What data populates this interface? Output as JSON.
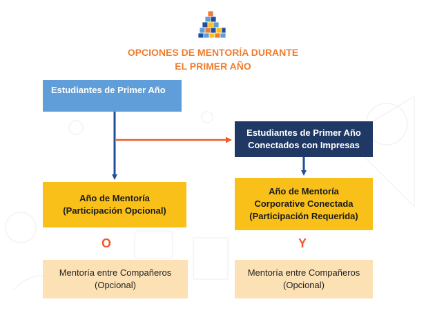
{
  "title": {
    "line1": "OPCIONES DE MENTORÍA DURANTE",
    "line2": "EL PRIMER AÑO"
  },
  "logo_icon": "stacked-cubes-logo",
  "colors": {
    "title": "#f07c2f",
    "first_year_box": "#5f9ed8",
    "connected_box": "#1f3864",
    "mentorship_box": "#f9c01a",
    "peer_box": "#fce1b4",
    "arrow_blue": "#1f4e9a",
    "arrow_orange": "#f05a28",
    "conjunction": "#f05a28"
  },
  "nodes": {
    "first_year": {
      "line1": "Estudiantes de Primer Año"
    },
    "connected": {
      "line1": "Estudiantes de Primer Año",
      "line2": "Conectados con Impresas"
    },
    "mentor_left": {
      "line1": "Año de Mentoría",
      "line2": "(Participación Opcional)"
    },
    "mentor_right": {
      "line1": "Año de Mentoría",
      "line2": "Corporative Conectada",
      "line3": "(Participación Requerida)"
    },
    "peer_left": {
      "line1": "Mentoría entre Compañeros",
      "line2": "(Opcional)"
    },
    "peer_right": {
      "line1": "Mentoría entre Compañeros",
      "line2": "(Opcional)"
    }
  },
  "conjunctions": {
    "left": "O",
    "right": "Y"
  }
}
